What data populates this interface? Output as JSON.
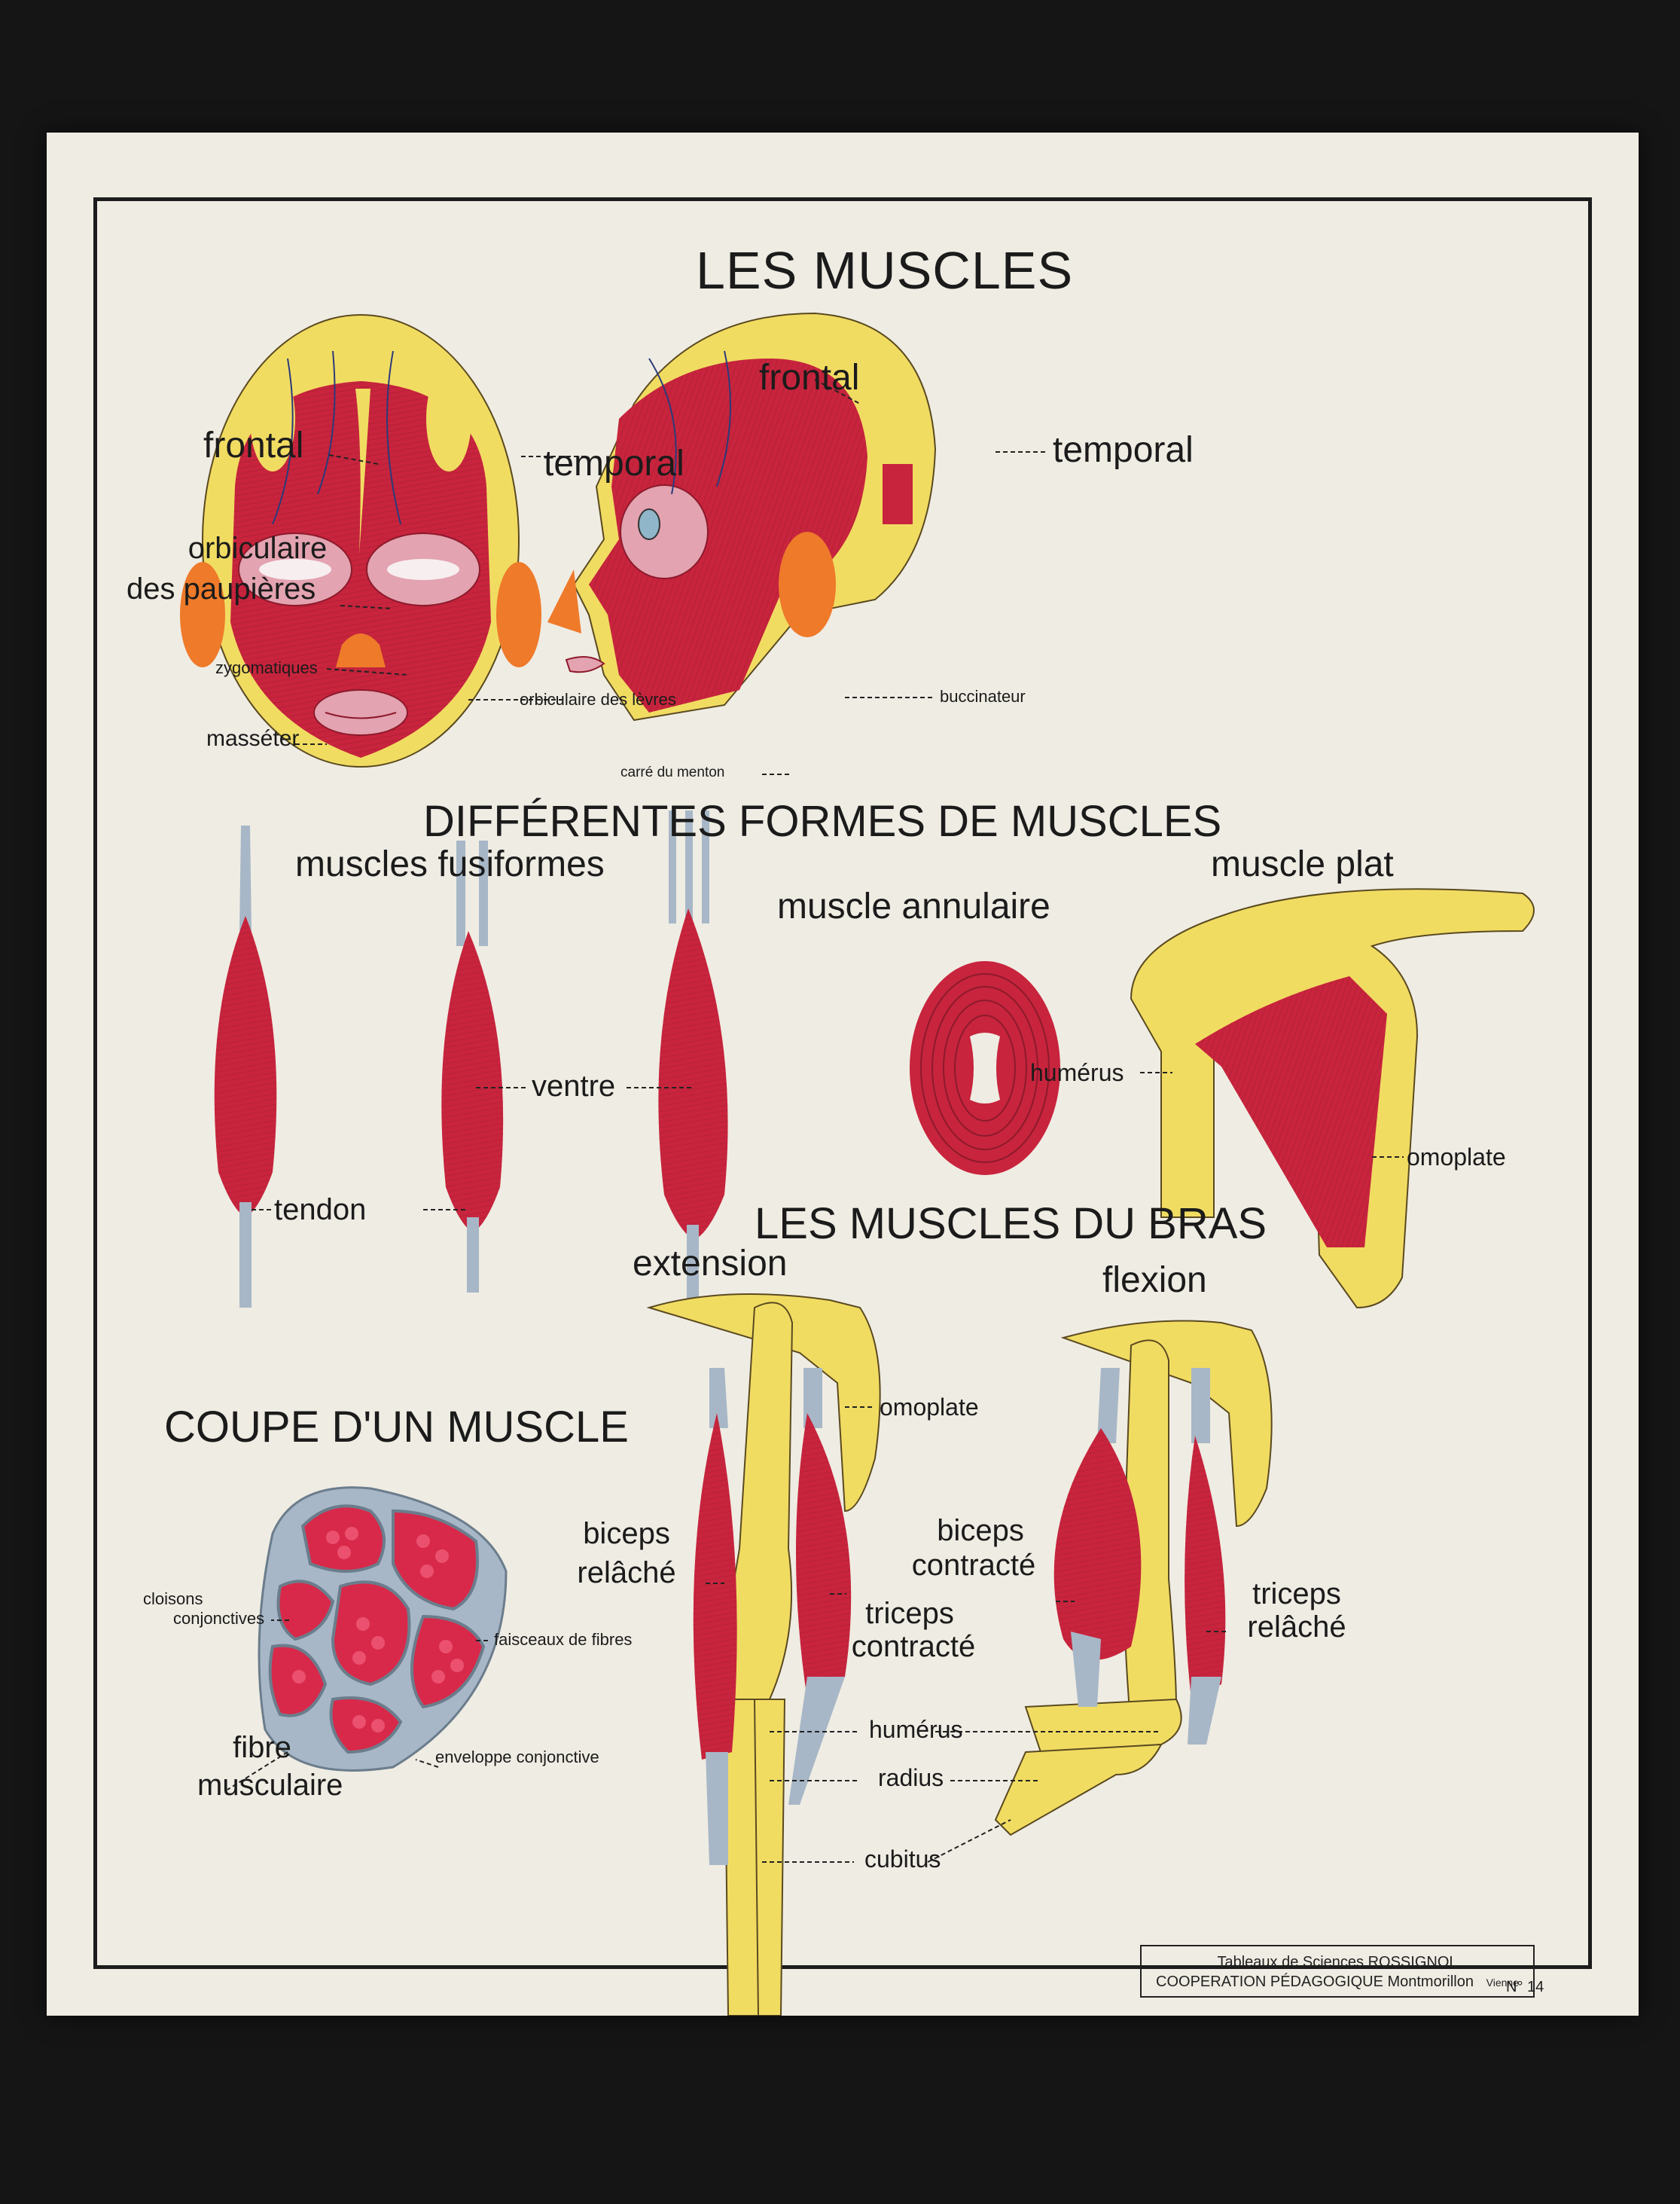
{
  "poster": {
    "title": "LES MUSCLES",
    "sections": {
      "forms_title": "DIFFÉRENTES FORMES DE MUSCLES",
      "fusiform_title": "muscles fusiformes",
      "annular_title": "muscle annulaire",
      "flat_title": "muscle plat",
      "arm_title": "LES MUSCLES DU BRAS",
      "extension_title": "extension",
      "flexion_title": "flexion",
      "section_title": "COUPE D'UN MUSCLE"
    },
    "face_front": {
      "frontal": "frontal",
      "temporal": "temporal",
      "orbiculaire_1": "orbiculaire",
      "orbiculaire_2": "des paupières",
      "zygomatiques": "zygomatiques",
      "orbiculaire_levres": "orbiculaire des lèvres",
      "masseter": "masséter"
    },
    "face_side": {
      "frontal": "frontal",
      "temporal": "temporal",
      "buccinateur": "buccinateur",
      "carre_menton": "carré du menton"
    },
    "fusiform": {
      "ventre": "ventre",
      "tendon": "tendon"
    },
    "flat": {
      "humerus": "humérus",
      "omoplate": "omoplate"
    },
    "muscle_section": {
      "cloisons_1": "cloisons",
      "cloisons_2": "conjonctives",
      "faisceaux": "faisceaux de fibres",
      "fibre_1": "fibre",
      "fibre_2": "musculaire",
      "enveloppe": "enveloppe conjonctive"
    },
    "arm": {
      "omoplate": "omoplate",
      "biceps_relache_1": "biceps",
      "biceps_relache_2": "relâché",
      "triceps_contracte_1": "triceps",
      "triceps_contracte_2": "contracté",
      "biceps_contracte_1": "biceps",
      "biceps_contracte_2": "contracté",
      "triceps_relache_1": "triceps",
      "triceps_relache_2": "relâché",
      "humerus": "humérus",
      "radius": "radius",
      "cubitus": "cubitus"
    },
    "credit": {
      "line1": "Tableaux de Sciences ROSSIGNOL",
      "line2": "COOPERATION PÉDAGOGIQUE  Montmorillon",
      "region": "Vienne",
      "number": "N° 14"
    },
    "colors": {
      "muscle": "#c8243d",
      "muscle_dark": "#9a1a2e",
      "bone": "#f1dc62",
      "tendon": "#a7b7c7",
      "cartilage": "#ee7a2a",
      "paper": "#efece3"
    }
  }
}
